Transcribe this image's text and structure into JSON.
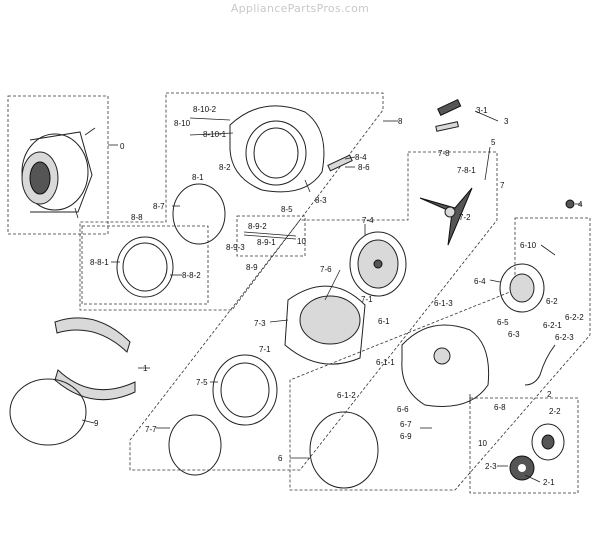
{
  "watermark": "AppliancePartsPros.com",
  "callouts": [
    {
      "id": "c-0",
      "text": "0"
    },
    {
      "id": "c-8-10-2",
      "text": "8-10-2"
    },
    {
      "id": "c-8-10",
      "text": "8-10"
    },
    {
      "id": "c-8-10-1",
      "text": "8-10-1"
    },
    {
      "id": "c-8",
      "text": "8"
    },
    {
      "id": "c-3-1",
      "text": "3-1"
    },
    {
      "id": "c-3",
      "text": "3"
    },
    {
      "id": "c-5",
      "text": "5"
    },
    {
      "id": "c-7-8",
      "text": "7-8"
    },
    {
      "id": "c-7-8-1",
      "text": "7-8-1"
    },
    {
      "id": "c-7",
      "text": "7"
    },
    {
      "id": "c-7-2",
      "text": "7-2"
    },
    {
      "id": "c-4",
      "text": "4"
    },
    {
      "id": "c-8-4",
      "text": "8-4"
    },
    {
      "id": "c-8-6",
      "text": "8-6"
    },
    {
      "id": "c-8-2",
      "text": "8-2"
    },
    {
      "id": "c-8-1",
      "text": "8-1"
    },
    {
      "id": "c-8-7",
      "text": "8-7"
    },
    {
      "id": "c-8-3",
      "text": "8-3"
    },
    {
      "id": "c-8-5",
      "text": "8-5"
    },
    {
      "id": "c-10a",
      "text": "10"
    },
    {
      "id": "c-8-8",
      "text": "8-8"
    },
    {
      "id": "c-8-9-2",
      "text": "8-9-2"
    },
    {
      "id": "c-8-9-1",
      "text": "8-9-1"
    },
    {
      "id": "c-8-9-3",
      "text": "8-9-3"
    },
    {
      "id": "c-8-9",
      "text": "8-9"
    },
    {
      "id": "c-7-4",
      "text": "7-4"
    },
    {
      "id": "c-6-10",
      "text": "6-10"
    },
    {
      "id": "c-8-8-1",
      "text": "8-8-1"
    },
    {
      "id": "c-8-8-2",
      "text": "8-8-2"
    },
    {
      "id": "c-7-6",
      "text": "7-6"
    },
    {
      "id": "c-6-4",
      "text": "6-4"
    },
    {
      "id": "c-7-1a",
      "text": "7-1"
    },
    {
      "id": "c-6-1-3",
      "text": "6-1-3"
    },
    {
      "id": "c-6-2",
      "text": "6-2"
    },
    {
      "id": "c-6-2-2",
      "text": "6-2-2"
    },
    {
      "id": "c-6-5",
      "text": "6-5"
    },
    {
      "id": "c-6-2-1",
      "text": "6-2-1"
    },
    {
      "id": "c-7-3",
      "text": "7-3"
    },
    {
      "id": "c-6-1",
      "text": "6-1"
    },
    {
      "id": "c-6-3",
      "text": "6-3"
    },
    {
      "id": "c-6-2-3",
      "text": "6-2-3"
    },
    {
      "id": "c-7-1b",
      "text": "7-1"
    },
    {
      "id": "c-1",
      "text": "1"
    },
    {
      "id": "c-6-1-1",
      "text": "6-1-1"
    },
    {
      "id": "c-7-5",
      "text": "7-5"
    },
    {
      "id": "c-6-1-2",
      "text": "6-1-2"
    },
    {
      "id": "c-2",
      "text": "2"
    },
    {
      "id": "c-6-6",
      "text": "6-6"
    },
    {
      "id": "c-6-8",
      "text": "6-8"
    },
    {
      "id": "c-2-2",
      "text": "2-2"
    },
    {
      "id": "c-6-7",
      "text": "6-7"
    },
    {
      "id": "c-9",
      "text": "9"
    },
    {
      "id": "c-7-7",
      "text": "7-7"
    },
    {
      "id": "c-6-9",
      "text": "6-9"
    },
    {
      "id": "c-10b",
      "text": "10"
    },
    {
      "id": "c-6",
      "text": "6"
    },
    {
      "id": "c-2-3",
      "text": "2-3"
    },
    {
      "id": "c-2-1",
      "text": "2-1"
    }
  ]
}
